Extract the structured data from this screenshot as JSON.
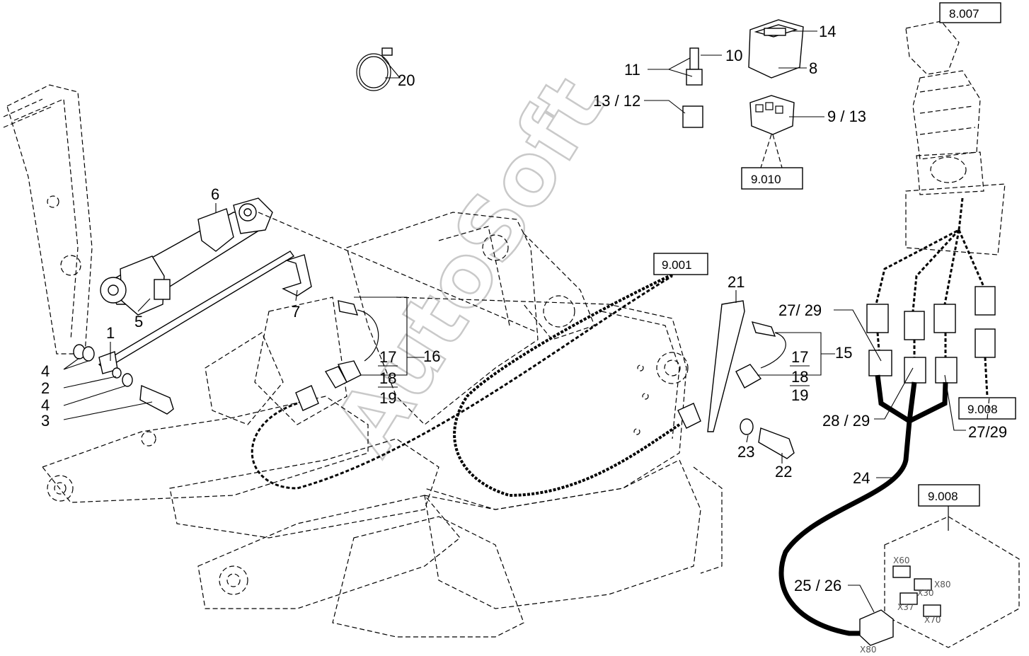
{
  "watermark": {
    "text": "AutoSoft"
  },
  "labels": {
    "l1": "1",
    "l2": "2",
    "l3": "3",
    "l4a": "4",
    "l4b": "4",
    "l5": "5",
    "l6": "6",
    "l7": "7",
    "l8": "8",
    "l9_13": "9 / 13",
    "l10": "10",
    "l11": "11",
    "l13_12": "13 / 12",
    "l14": "14",
    "l15": "15",
    "l16": "16",
    "l17a": "17",
    "l18a": "18",
    "l19a": "19",
    "l17b": "17",
    "l18b": "18",
    "l19b": "19",
    "l20": "20",
    "l21": "21",
    "l22": "22",
    "l23": "23",
    "l24": "24",
    "l25_26": "25 / 26",
    "l27_29a": "27/ 29",
    "l27_29b": "27/29",
    "l28_29": "28 / 29"
  },
  "refs": {
    "r8007": "8.007",
    "r9010": "9.010",
    "r9001": "9.001",
    "r9008a": "9.008",
    "r9008b": "9.008"
  },
  "box_markings": {
    "x60": "X60",
    "x30": "X30",
    "x80a": "X80",
    "x37": "X37",
    "x70": "X70",
    "x80b": "X80"
  }
}
